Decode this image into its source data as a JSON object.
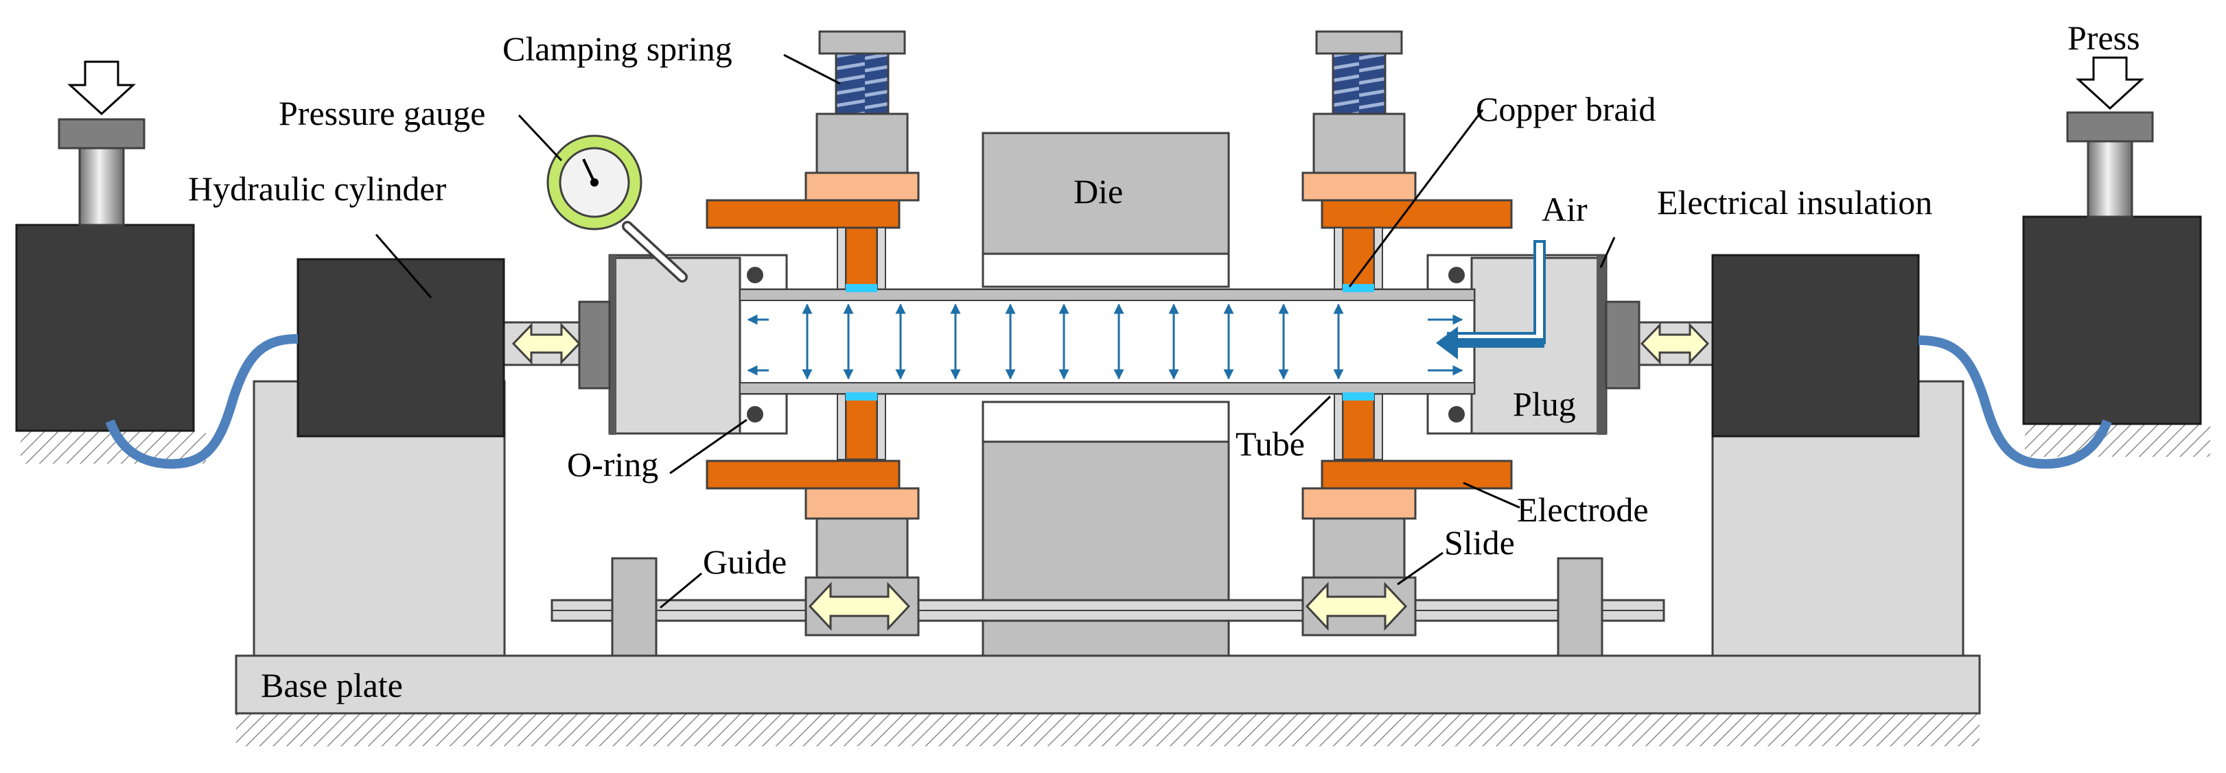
{
  "labels": {
    "clamping_spring": "Clamping spring",
    "press": "Press",
    "pressure_gauge": "Pressure gauge",
    "copper_braid": "Copper braid",
    "hydraulic_cylinder": "Hydraulic cylinder",
    "die": "Die",
    "air": "Air",
    "electrical_insulation": "Electrical insulation",
    "plug": "Plug",
    "o_ring": "O-ring",
    "tube": "Tube",
    "electrode": "Electrode",
    "slide": "Slide",
    "guide": "Guide",
    "base_plate": "Base plate"
  },
  "colors": {
    "dark_block": "#3c3c3c",
    "light_gray": "#d9d9d9",
    "mid_gray": "#bfbfbf",
    "orange": "#e46c0a",
    "peach": "#f9b98c",
    "hose_blue": "#4f81bd",
    "arrow_blue": "#1f6fa8",
    "cyan": "#33ccff",
    "gauge_green": "#c4e86a",
    "arrow_cream": "#ffffcc",
    "spring_blue": "#2e4a86"
  },
  "icons": [
    "press-arrow-icon",
    "gauge-dial-icon",
    "double-arrow-icon",
    "air-arrow-icon"
  ]
}
